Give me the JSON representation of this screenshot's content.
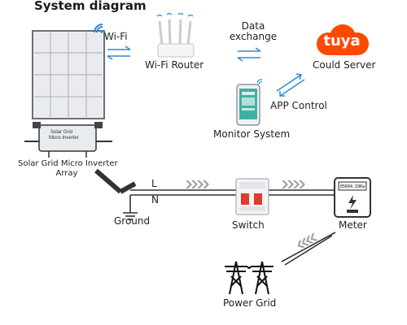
{
  "title": "System diagram",
  "labels": {
    "wifi": "Wi-Fi",
    "router": "Wi-Fi Router",
    "data_exchange": "Data\nexchange",
    "cloud": "Could Server",
    "app_control": "APP Control",
    "monitor": "Monitor System",
    "inverter_line1": "Solar Grid Micro Inverter",
    "inverter_line2": "Array",
    "line_l": "L",
    "line_n": "N",
    "ground": "Ground",
    "switch": "Switch",
    "meter": "Meter",
    "power_grid": "Power Grid"
  },
  "inverter_text": {
    "line1": "Solar Grid",
    "line2": "Micro Inverter"
  },
  "brand": {
    "tuya_text": "tuya",
    "color": "#ff4800"
  },
  "meter_display": "05604.19Kw"
}
